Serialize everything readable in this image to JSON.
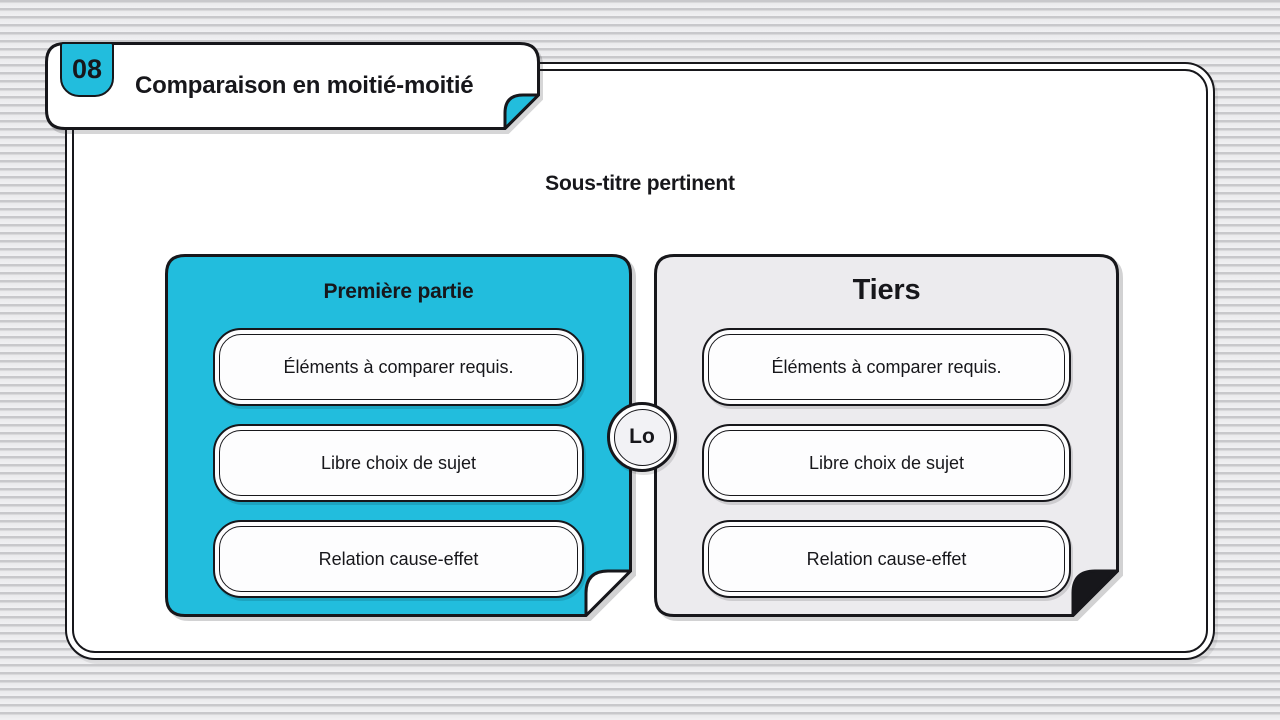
{
  "slide": {
    "badge_number": "08",
    "title": "Comparaison en moitié-moitié",
    "subtitle": "Sous-titre pertinent",
    "connector_label": "Lo",
    "panels": [
      {
        "header": "Première partie",
        "items": [
          "Éléments à comparer requis.",
          "Libre choix de sujet",
          "Relation cause-effet"
        ]
      },
      {
        "header": "Tiers",
        "items": [
          "Éléments à comparer requis.",
          "Libre choix de sujet",
          "Relation cause-effet"
        ]
      }
    ],
    "colors": {
      "accent_cyan": "#22bddd",
      "panel_gray": "#ecebee",
      "ink": "#17171b",
      "paper": "#ffffff",
      "stripe_dark": "#c8c8cb",
      "stripe_light": "#f1f1f3"
    }
  }
}
